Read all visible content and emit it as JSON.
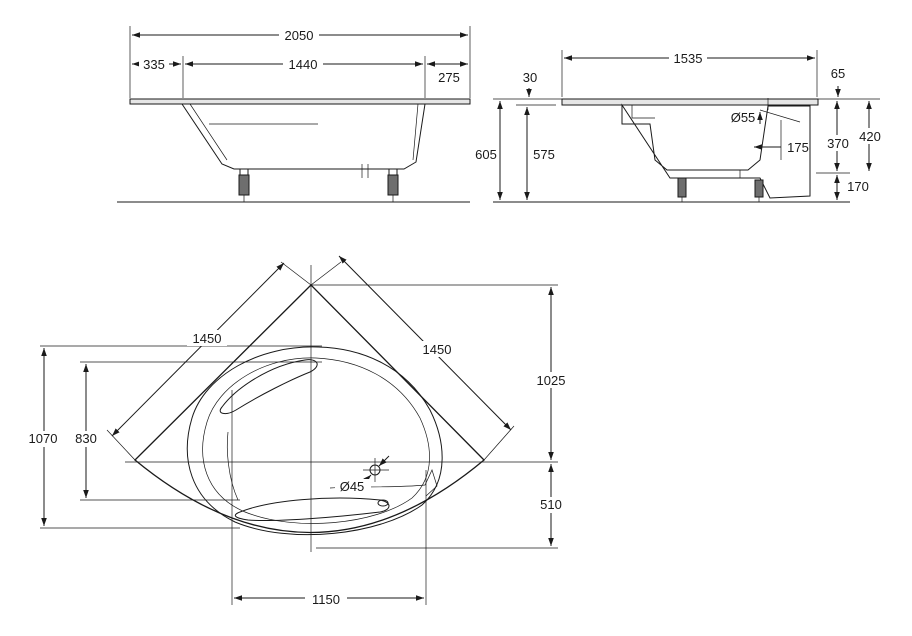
{
  "front_view": {
    "dims": {
      "overall_length": "2050",
      "left_section": "335",
      "middle_section": "1440",
      "right_section": "275"
    }
  },
  "side_view": {
    "dims": {
      "length": "1535",
      "rim_thickness": "30",
      "right_offset": "65",
      "overall_height": "605",
      "rim_height": "575",
      "drain_diameter": "Ø55",
      "drain_offset": "175",
      "inner_depth": "370",
      "outer_depth": "420",
      "leg_height": "170"
    }
  },
  "plan_view": {
    "dims": {
      "left_side": "1450",
      "right_side": "1450",
      "overall_depth": "1070",
      "inner_depth": "830",
      "corner_to_center": "1025",
      "center_to_front": "510",
      "drain_diameter": "Ø45",
      "inner_width": "1150"
    }
  }
}
